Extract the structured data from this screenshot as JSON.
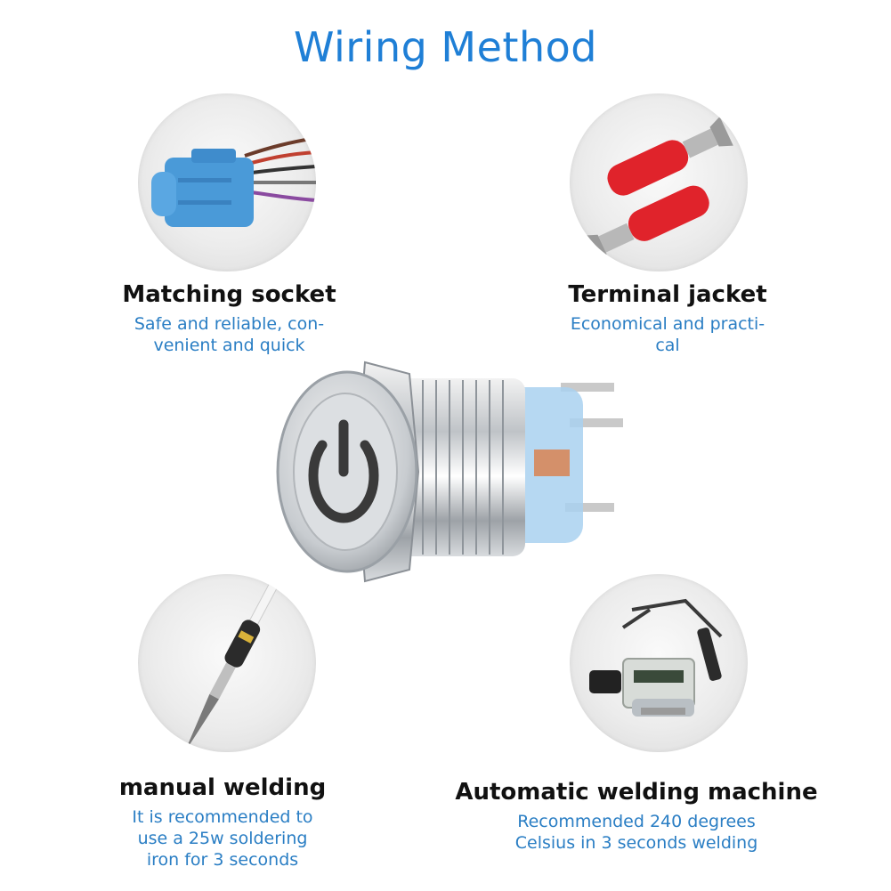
{
  "title": "Wiring Method",
  "methods": [
    {
      "heading": "Matching socket",
      "lines": [
        "Safe and reliable, con-",
        "venient and quick"
      ],
      "icon": "connector-socket-icon"
    },
    {
      "heading": "Terminal jacket",
      "lines": [
        "Economical and practi-",
        "cal"
      ],
      "icon": "terminal-jacket-icon"
    },
    {
      "heading": "manual welding",
      "lines": [
        "It is recommended to",
        "use a 25w soldering",
        "iron for 3 seconds"
      ],
      "icon": "soldering-iron-icon"
    },
    {
      "heading": "Automatic welding machine",
      "lines": [
        "Recommended 240 degrees",
        "Celsius in 3 seconds welding"
      ],
      "icon": "welding-station-icon"
    }
  ],
  "colors": {
    "title": "#1f7fd6",
    "subtext": "#2a7ec4",
    "heading": "#111111",
    "socket_blue": "#4a9ad8",
    "jacket_red": "#e0232b"
  },
  "product_icon": "power-push-button-icon"
}
